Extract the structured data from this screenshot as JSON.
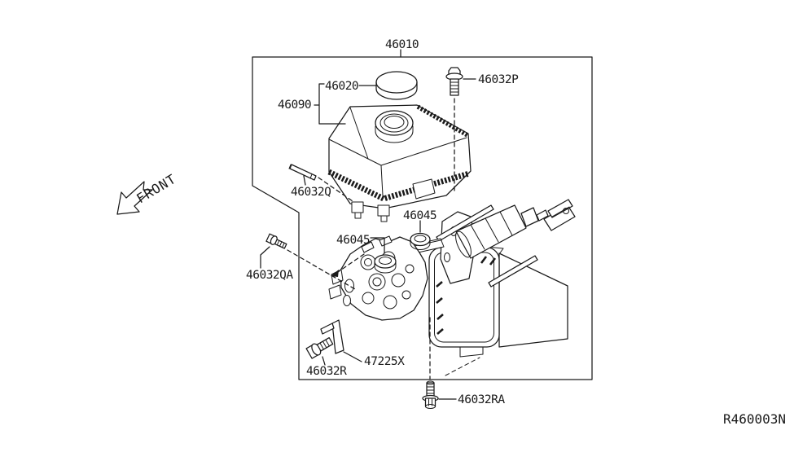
{
  "figure": {
    "type": "exploded-parts-diagram",
    "front_label": "FRONT",
    "ref_code": "R460003N"
  },
  "parts": {
    "assembly": "46010",
    "cap": "46020",
    "reservoir": "46090",
    "bolt_p": "46032P",
    "pin_q": "46032Q",
    "grommet": "46045",
    "bolt_qa": "46032QA",
    "bolt_r": "46032R",
    "bracket": "47225X",
    "bolt_ra": "46032RA"
  },
  "colors": {
    "ink": "#1a1a1a",
    "background": "#ffffff"
  }
}
